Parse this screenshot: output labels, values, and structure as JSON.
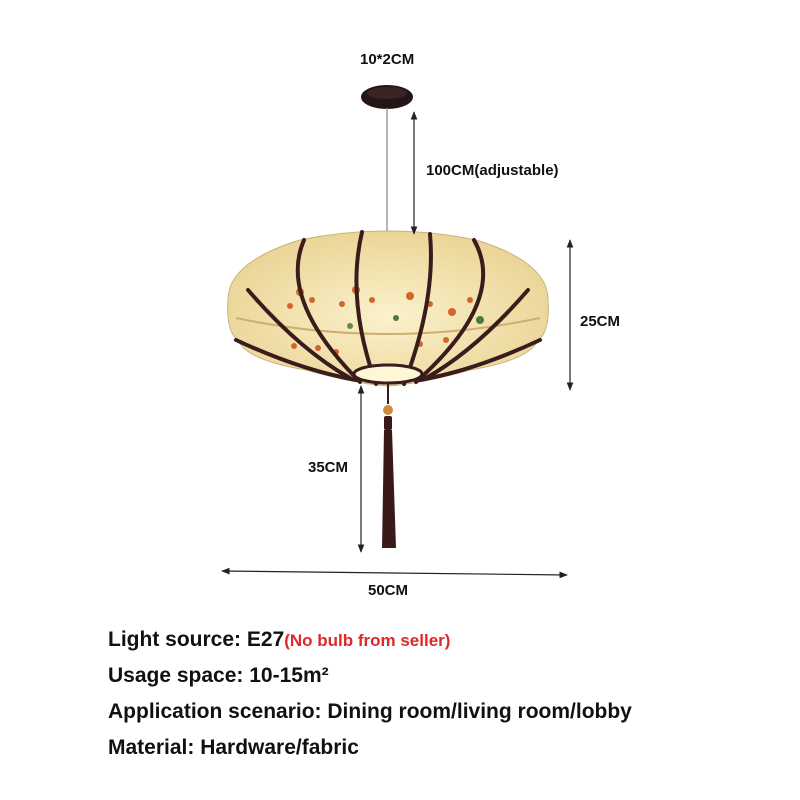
{
  "dimensions": {
    "canopy": "10*2CM",
    "cable": "100CM(adjustable)",
    "height": "25CM",
    "tassel": "35CM",
    "width": "50CM"
  },
  "specs": [
    {
      "text": "Light source: E27",
      "note": "(No bulb from seller)"
    },
    {
      "text": "Usage space: 10-15m²",
      "note": ""
    },
    {
      "text": "Application scenario: Dining room/living room/lobby",
      "note": ""
    },
    {
      "text": "Material: Hardware/fabric",
      "note": ""
    }
  ],
  "colors": {
    "note": "#e02828",
    "shade": "#f6e8b8",
    "frame": "#3a1c1c",
    "tassel": "#3a1a18"
  }
}
